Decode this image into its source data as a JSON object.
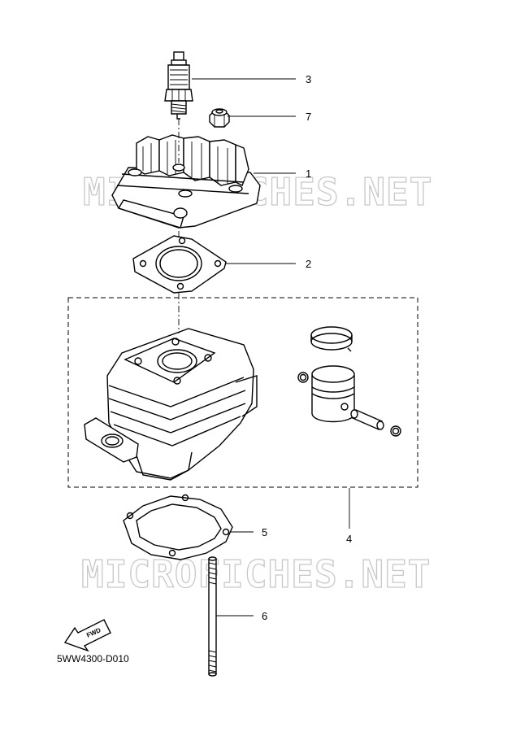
{
  "watermark": "MICROFICHES.NET",
  "drawing_code": "5WW4300-D010",
  "direction_label": "FWD",
  "callouts": [
    "3",
    "7",
    "1",
    "2",
    "4",
    "5",
    "6"
  ]
}
